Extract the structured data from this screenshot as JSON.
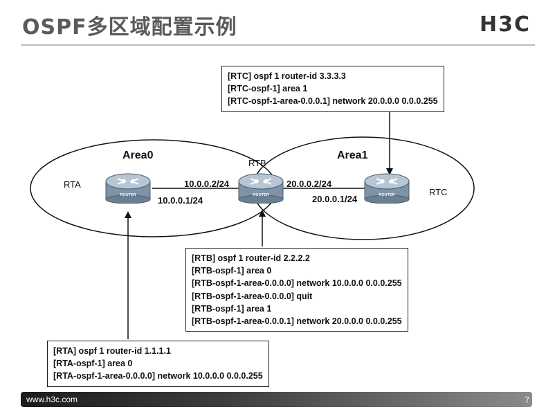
{
  "header": {
    "title": "OSPF多区域配置示例",
    "logo": "H3C"
  },
  "diagram": {
    "areas": [
      {
        "label": "Area0"
      },
      {
        "label": "Area1"
      }
    ],
    "routers": [
      {
        "name": "RTA",
        "icon_text": "ROUTER"
      },
      {
        "name": "RTB",
        "icon_text": "ROUTER"
      },
      {
        "name": "RTC",
        "icon_text": "ROUTER"
      }
    ],
    "interfaces": {
      "rtb_area0": "10.0.0.2/24",
      "rta": "10.0.0.1/24",
      "rtb_area1": "20.0.0.2/24",
      "rtc": "20.0.0.1/24"
    },
    "configs": {
      "rtc": [
        "[RTC] ospf 1 router-id 3.3.3.3",
        "[RTC-ospf-1] area 1",
        "[RTC-ospf-1-area-0.0.0.1] network 20.0.0.0 0.0.0.255"
      ],
      "rtb": [
        "[RTB] ospf 1 router-id 2.2.2.2",
        "[RTB-ospf-1] area 0",
        "[RTB-ospf-1-area-0.0.0.0] network 10.0.0.0 0.0.0.255",
        "[RTB-ospf-1-area-0.0.0.0] quit",
        "[RTB-ospf-1] area 1",
        "[RTB-ospf-1-area-0.0.0.1] network 20.0.0.0 0.0.0.255"
      ],
      "rta": [
        "[RTA] ospf 1 router-id 1.1.1.1",
        "[RTA-ospf-1] area 0",
        "[RTA-ospf-1-area-0.0.0.0] network 10.0.0.0 0.0.0.255"
      ]
    }
  },
  "footer": {
    "url": "www.h3c.com",
    "page": "7"
  },
  "colors": {
    "router_body": "#7f93a6",
    "router_top": "#b7c6d4",
    "footer_dark": "#1c1c1c"
  },
  "icons": [
    "router-icon",
    "arrow"
  ]
}
